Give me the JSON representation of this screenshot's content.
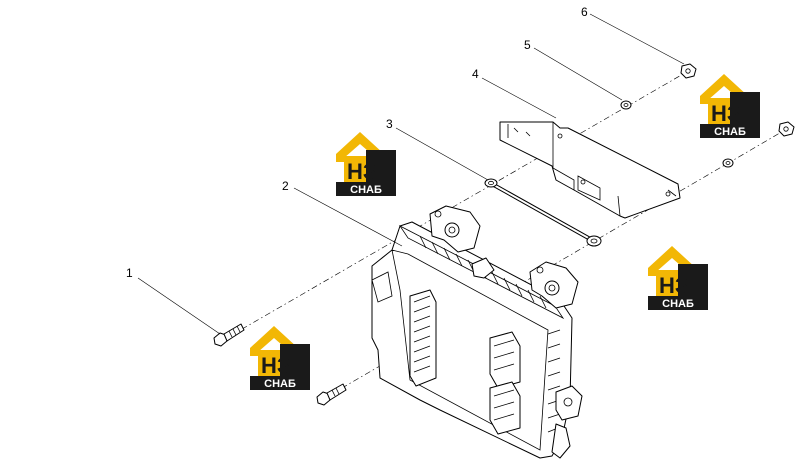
{
  "callouts": [
    {
      "id": "1",
      "label": "1"
    },
    {
      "id": "2",
      "label": "2"
    },
    {
      "id": "3",
      "label": "3"
    },
    {
      "id": "4",
      "label": "4"
    },
    {
      "id": "5",
      "label": "5"
    },
    {
      "id": "6",
      "label": "6"
    }
  ],
  "watermark": {
    "mark": "НЗ",
    "sub": "СНАБ",
    "colors": {
      "accent": "#f2b705",
      "dark": "#1a1a1a",
      "text_light": "#ffffff"
    }
  }
}
